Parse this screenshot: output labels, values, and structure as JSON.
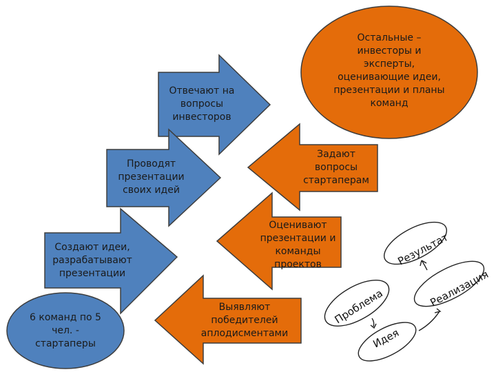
{
  "nodes": {
    "investors_cloud": "Остальные –\nинвесторы и\nэксперты,\nоценивающие идеи,\nпрезентации и планы\nкоманд",
    "answer_questions": "Отвечают на\nвопросы\nинвесторов",
    "ask_questions": "Задают\nвопросы\nстартаперам",
    "present_ideas": "Проводят\nпрезентации\nсвоих идей",
    "evaluate": "Оценивают\nпрезентации и\nкоманды\nпроектов",
    "create_ideas": "Создают идеи,\nразрабатывают\nпрезентации",
    "teams": "6 команд по 5\nчел. -\nстартаперы",
    "winners": "Выявляют\nпобедителей\nаплодисментами"
  },
  "sketch": {
    "result": "Результат",
    "realization": "Реализация",
    "problem": "Проблема",
    "idea": "Идея"
  },
  "colors": {
    "blue": "#4f81bd",
    "orange": "#e46c0a",
    "outline": "#3d3d3d"
  }
}
